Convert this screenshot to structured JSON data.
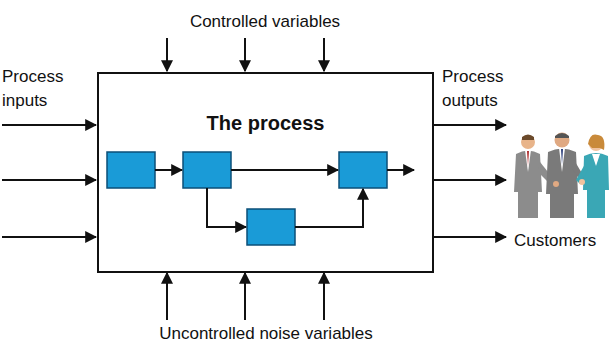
{
  "diagram": {
    "nodes": [
      {
        "text": [
          "The process"
        ]
      }
    ],
    "labels": [
      "Controlled variables",
      "Process inputs",
      "Process outputs",
      "Uncontrolled noise variables",
      "Customers"
    ]
  }
}
